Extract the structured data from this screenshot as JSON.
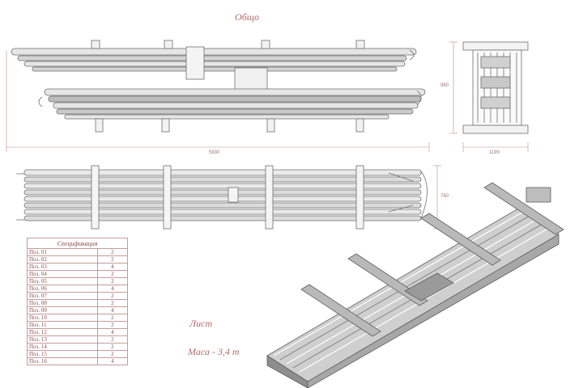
{
  "drawing": {
    "title": "Общо",
    "scale_note": "Лист",
    "mass_note": "Маса - 3,4 т",
    "table_title": "Спецификация",
    "table_rows": [
      {
        "name": "Поз. 01",
        "qty": "2"
      },
      {
        "name": "Поз. 02",
        "qty": "2"
      },
      {
        "name": "Поз. 03",
        "qty": "4"
      },
      {
        "name": "Поз. 04",
        "qty": "2"
      },
      {
        "name": "Поз. 05",
        "qty": "2"
      },
      {
        "name": "Поз. 06",
        "qty": "4"
      },
      {
        "name": "Поз. 07",
        "qty": "2"
      },
      {
        "name": "Поз. 08",
        "qty": "2"
      },
      {
        "name": "Поз. 09",
        "qty": "4"
      },
      {
        "name": "Поз. 10",
        "qty": "2"
      },
      {
        "name": "Поз. 11",
        "qty": "2"
      },
      {
        "name": "Поз. 12",
        "qty": "4"
      },
      {
        "name": "Поз. 13",
        "qty": "2"
      },
      {
        "name": "Поз. 14",
        "qty": "2"
      },
      {
        "name": "Поз. 15",
        "qty": "2"
      },
      {
        "name": "Поз. 16",
        "qty": "4"
      }
    ],
    "dims": {
      "front_length": "5930",
      "side_width": "1190",
      "side_height": "960",
      "top_height": "760"
    }
  },
  "colors": {
    "line": "#6f6f6f",
    "dim": "#c08a8a",
    "pipe_fill": "#cfcfcf",
    "beam_fill": "#e8e8e8",
    "text": "#b06a6a"
  }
}
